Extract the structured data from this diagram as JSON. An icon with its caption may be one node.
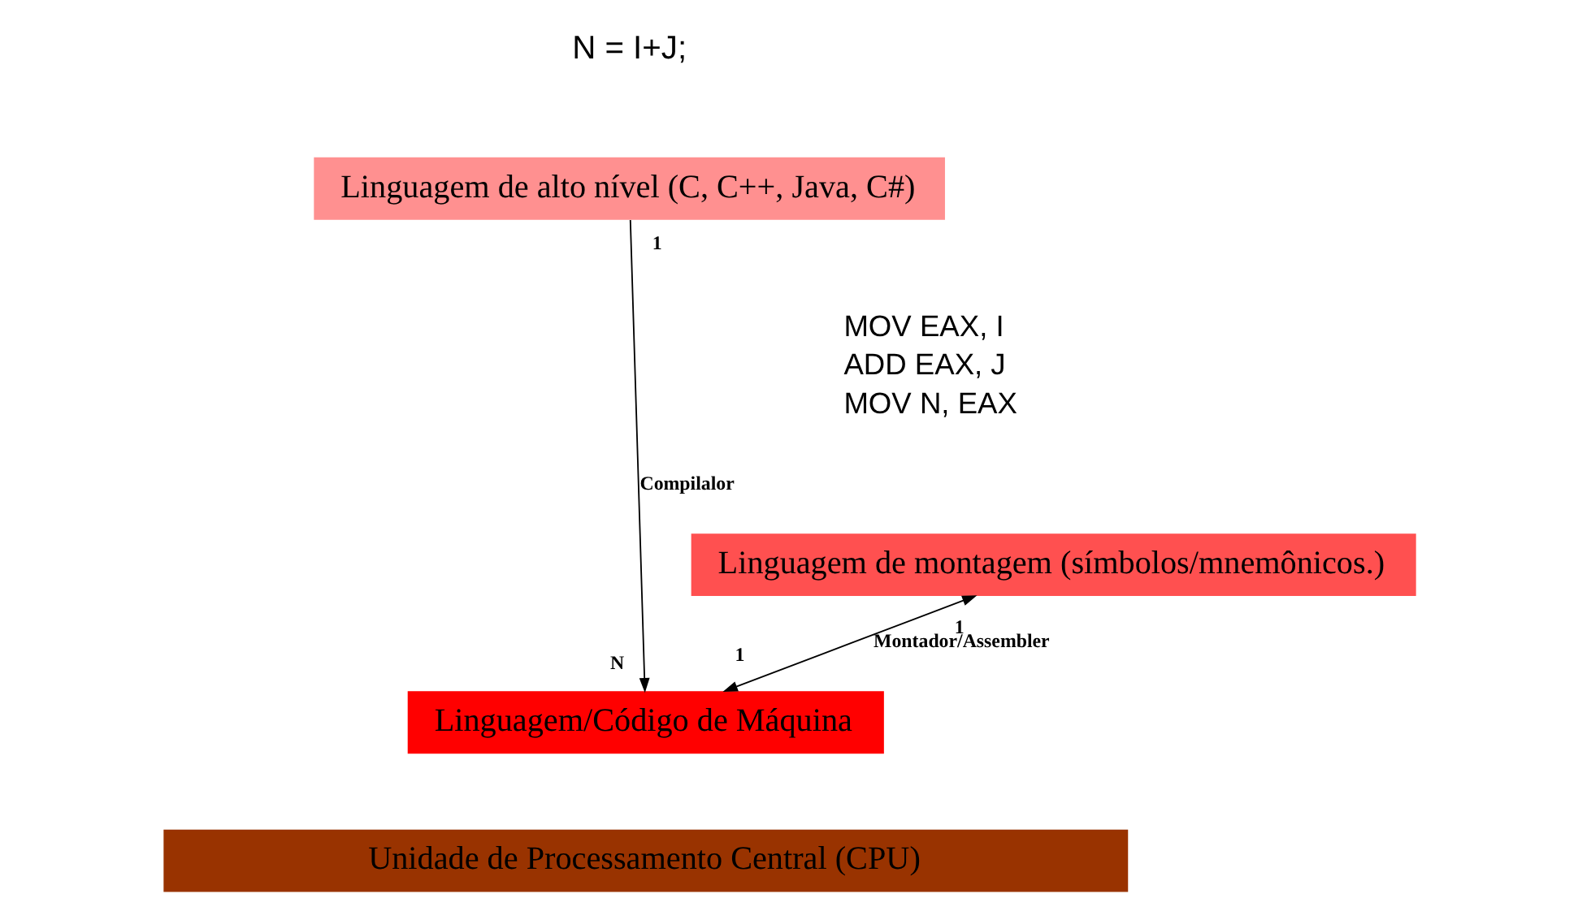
{
  "diagram": {
    "nodes": [
      {
        "text": [
          "Linguagem de alto nível (C, C++, Java, C#)"
        ]
      },
      {
        "text": [
          "Linguagem de montagem (símbolos/mnemônicos.)"
        ]
      },
      {
        "text": [
          "Linguagem/Código de Máquina"
        ]
      },
      {
        "text": [
          "Unidade de Processamento Central (CPU)"
        ]
      }
    ],
    "edges": [
      {
        "from": 0,
        "to": 2,
        "arrow": "to",
        "label": "Compilalor"
      },
      {
        "from": 1,
        "to": 2,
        "arrow": "both",
        "label": "Montador/Assembler"
      }
    ],
    "labels": [
      "N = I+J;",
      "1",
      "MOV EAX, I",
      "ADD EAX, J",
      "MOV N, EAX",
      "1",
      "1",
      "N"
    ]
  }
}
